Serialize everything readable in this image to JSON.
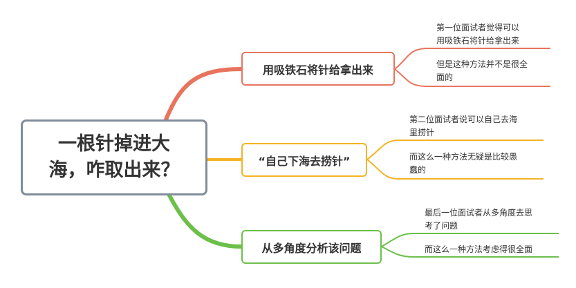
{
  "central": {
    "line1": "一根针掉进大",
    "line2": "海，咋取出来？"
  },
  "branches": [
    {
      "label": "用吸铁石将针给拿出来",
      "color": "#e8745d",
      "leaves": [
        {
          "line1": "第一位面试者觉得可以",
          "line2": "用吸铁石将针给拿出来"
        },
        {
          "line1": "但是这种方法并不是很全",
          "line2": "面的"
        }
      ]
    },
    {
      "label": "“自己下海去捞针”",
      "color": "#f5b324",
      "leaves": [
        {
          "line1": "第二位面试者说可以自己去海",
          "line2": "里捞针"
        },
        {
          "line1": "而这么一种方法无疑是比较愚",
          "line2": "蠢的"
        }
      ]
    },
    {
      "label": "从多角度分析该问题",
      "color": "#6cc04a",
      "leaves": [
        {
          "line1": "最后一位面试者从多角度去思",
          "line2": "考了问题"
        },
        {
          "line1": "而这么一种方法考虑得很全面",
          "line2": ""
        }
      ]
    }
  ]
}
